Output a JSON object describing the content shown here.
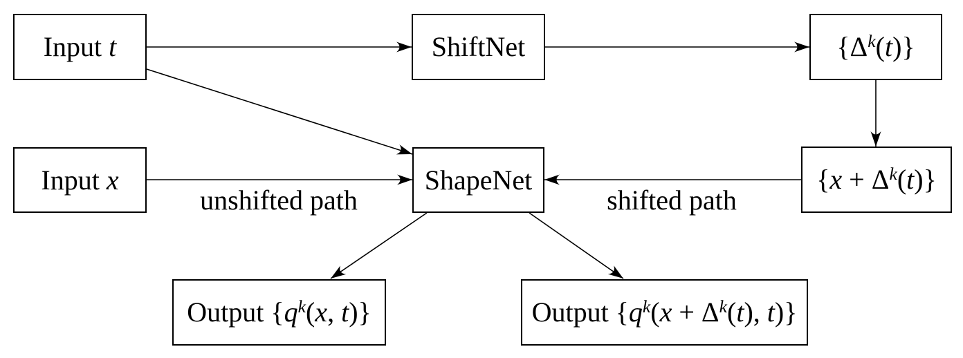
{
  "diagram": {
    "title": "ShiftNet / ShapeNet data-flow diagram",
    "colors": {
      "background": "#ffffff",
      "stroke": "#000000",
      "text": "#000000"
    },
    "nodes": {
      "input_t": {
        "label": [
          {
            "t": "Input "
          },
          {
            "t": "t",
            "s": "i"
          }
        ]
      },
      "shiftnet": {
        "label": [
          {
            "t": "ShiftNet"
          }
        ]
      },
      "delta_set": {
        "label": [
          {
            "t": "{Δ"
          },
          {
            "t": "k",
            "s": "si"
          },
          {
            "t": "("
          },
          {
            "t": "t",
            "s": "i"
          },
          {
            "t": ")}"
          }
        ]
      },
      "input_x": {
        "label": [
          {
            "t": "Input "
          },
          {
            "t": "x",
            "s": "i"
          }
        ]
      },
      "shapenet": {
        "label": [
          {
            "t": "ShapeNet"
          }
        ]
      },
      "x_plus_delta": {
        "label": [
          {
            "t": "{"
          },
          {
            "t": "x",
            "s": "i"
          },
          {
            "t": " + Δ"
          },
          {
            "t": "k",
            "s": "si"
          },
          {
            "t": "("
          },
          {
            "t": "t",
            "s": "i"
          },
          {
            "t": ")}"
          }
        ]
      },
      "output_unshifted": {
        "label": [
          {
            "t": "Output {"
          },
          {
            "t": "q",
            "s": "i"
          },
          {
            "t": "k",
            "s": "si"
          },
          {
            "t": "("
          },
          {
            "t": "x",
            "s": "i"
          },
          {
            "t": ", "
          },
          {
            "t": "t",
            "s": "i"
          },
          {
            "t": ")}"
          }
        ]
      },
      "output_shifted": {
        "label": [
          {
            "t": "Output {"
          },
          {
            "t": "q",
            "s": "i"
          },
          {
            "t": "k",
            "s": "si"
          },
          {
            "t": "("
          },
          {
            "t": "x",
            "s": "i"
          },
          {
            "t": " + Δ"
          },
          {
            "t": "k",
            "s": "si"
          },
          {
            "t": "("
          },
          {
            "t": "t",
            "s": "i"
          },
          {
            "t": "), "
          },
          {
            "t": "t",
            "s": "i"
          },
          {
            "t": ")}"
          }
        ]
      }
    },
    "edges": {
      "input_t_to_shiftnet": {
        "from": "input_t",
        "to": "shiftnet",
        "label": ""
      },
      "shiftnet_to_delta_set": {
        "from": "shiftnet",
        "to": "delta_set",
        "label": ""
      },
      "delta_set_to_x_plus_delta": {
        "from": "delta_set",
        "to": "x_plus_delta",
        "label": ""
      },
      "input_t_to_shapenet": {
        "from": "input_t",
        "to": "shapenet",
        "label": ""
      },
      "input_x_to_shapenet": {
        "from": "input_x",
        "to": "shapenet",
        "label": "unshifted path"
      },
      "x_plus_delta_to_shapenet": {
        "from": "x_plus_delta",
        "to": "shapenet",
        "label": "shifted path"
      },
      "shapenet_to_output_unshifted": {
        "from": "shapenet",
        "to": "output_unshifted",
        "label": ""
      },
      "shapenet_to_output_shifted": {
        "from": "shapenet",
        "to": "output_shifted",
        "label": ""
      }
    }
  }
}
